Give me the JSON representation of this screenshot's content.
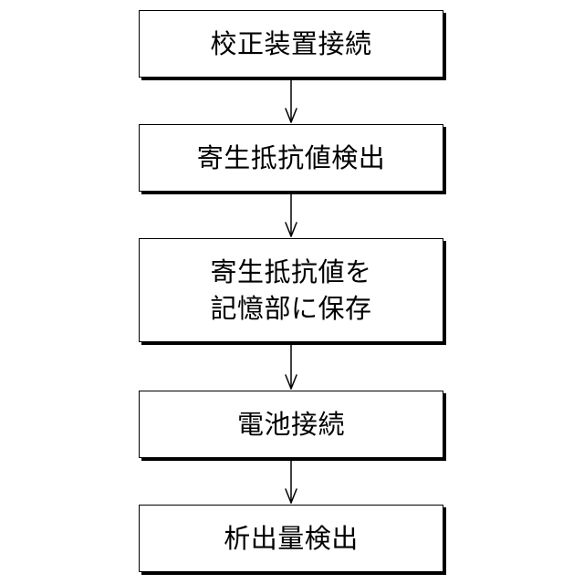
{
  "flowchart": {
    "steps": [
      {
        "lines": [
          "校正装置接続"
        ]
      },
      {
        "lines": [
          "寄生抵抗値検出"
        ]
      },
      {
        "lines": [
          "寄生抵抗値を",
          "記憶部に保存"
        ]
      },
      {
        "lines": [
          "電池接続"
        ]
      },
      {
        "lines": [
          "析出量検出"
        ]
      }
    ]
  },
  "colors": {
    "stroke": "#000000",
    "background": "#ffffff"
  }
}
